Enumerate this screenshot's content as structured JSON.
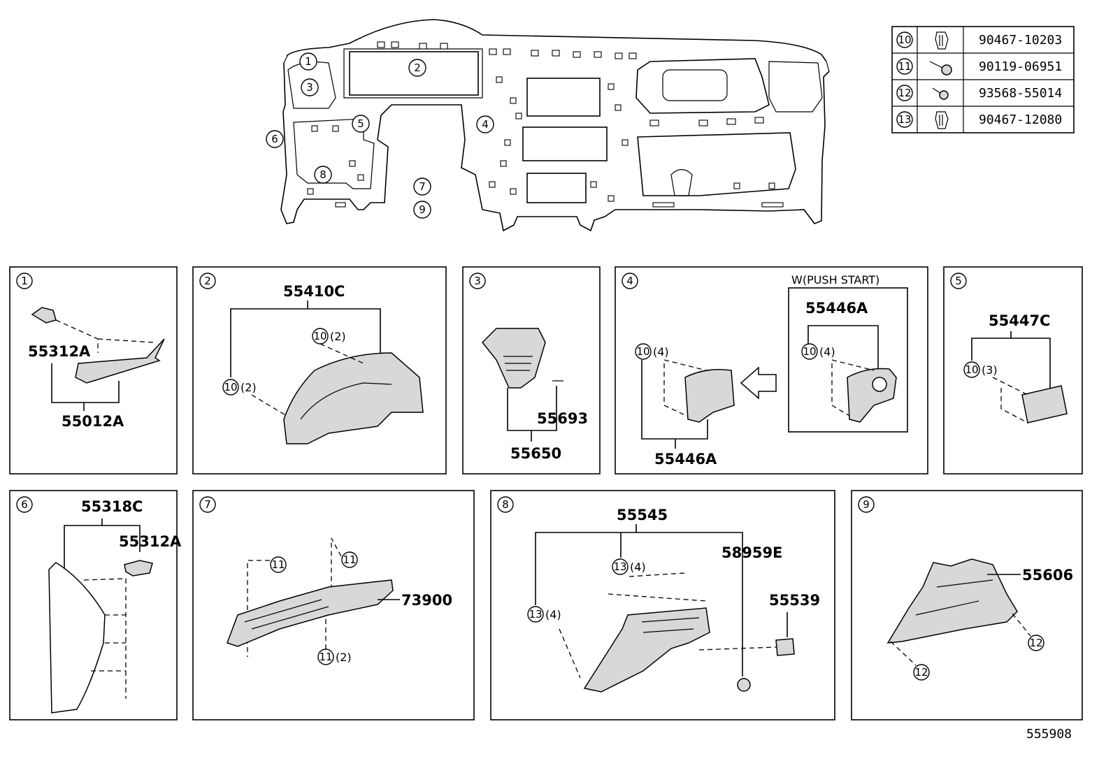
{
  "fastener_table": {
    "rows": [
      {
        "ref": "10",
        "part": "90467-10203",
        "icon": "clip-icon"
      },
      {
        "ref": "11",
        "part": "90119-06951",
        "icon": "bolt-icon"
      },
      {
        "ref": "12",
        "part": "93568-55014",
        "icon": "screw-icon"
      },
      {
        "ref": "13",
        "part": "90467-12080",
        "icon": "clip-icon"
      }
    ]
  },
  "overview": {
    "callouts": [
      "1",
      "2",
      "3",
      "4",
      "5",
      "6",
      "7",
      "8",
      "9"
    ]
  },
  "panels": [
    {
      "ref": "1",
      "labels": [
        "55312A",
        "55012A"
      ]
    },
    {
      "ref": "2",
      "labels": [
        "55410C",
        "10",
        "(2)",
        "10",
        "(2)"
      ]
    },
    {
      "ref": "3",
      "labels": [
        "55693",
        "55650"
      ]
    },
    {
      "ref": "4",
      "labels": [
        "W(PUSH  START)",
        "55446A",
        "10",
        "(4)",
        "10",
        "(4)",
        "55446A"
      ]
    },
    {
      "ref": "5",
      "labels": [
        "55447C",
        "10",
        "(3)"
      ]
    },
    {
      "ref": "6",
      "labels": [
        "55318C",
        "55312A"
      ]
    },
    {
      "ref": "7",
      "labels": [
        "11",
        "11",
        "73900",
        "11",
        "(2)"
      ]
    },
    {
      "ref": "8",
      "labels": [
        "55545",
        "13",
        "(4)",
        "58959E",
        "13",
        "(4)",
        "55539"
      ]
    },
    {
      "ref": "9",
      "labels": [
        "55606",
        "12",
        "12"
      ]
    }
  ],
  "diagram_id": "555908"
}
